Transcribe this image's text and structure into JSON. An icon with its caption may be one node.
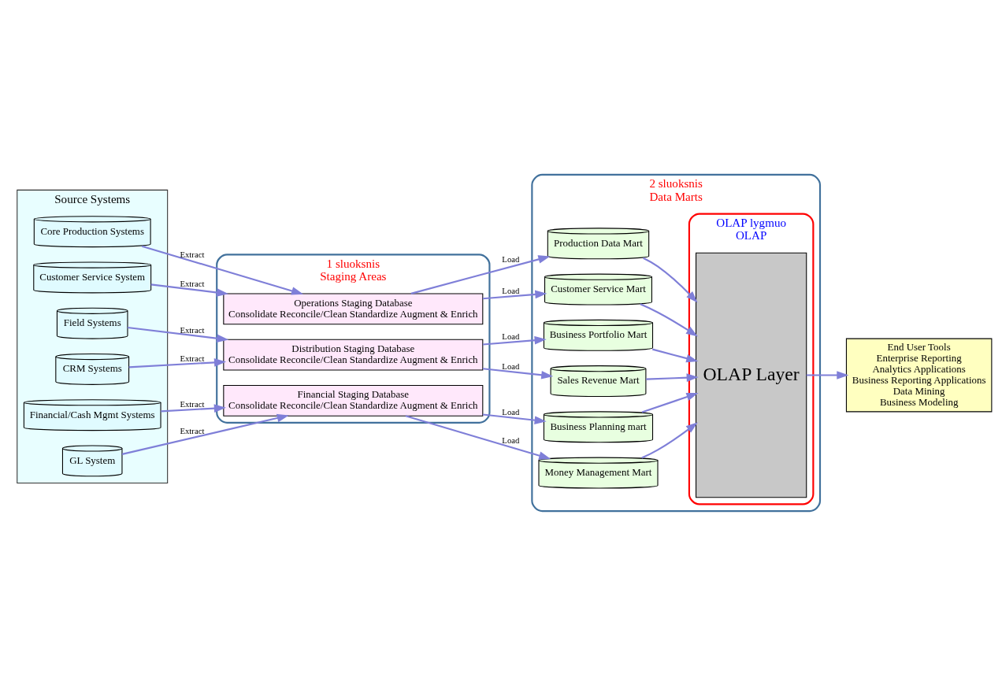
{
  "diagram": {
    "nodes": [
      {
        "text": [
          "Source Systems"
        ]
      },
      {
        "text": [
          "Core Production Systems"
        ],
        "in": 0
      },
      {
        "text": [
          "Customer Service System"
        ],
        "in": 0
      },
      {
        "text": [
          "Field Systems"
        ],
        "in": 0
      },
      {
        "text": [
          "CRM Systems"
        ],
        "in": 0
      },
      {
        "text": [
          "Financial/Cash Mgmt Systems"
        ],
        "in": 0
      },
      {
        "text": [
          "GL System"
        ],
        "in": 0
      },
      {
        "text": [
          "1 sluoksnis",
          "Staging Areas"
        ]
      },
      {
        "text": [
          "Operations Staging Database",
          "Consolidate Reconcile/Clean Standardize Augment & Enrich"
        ],
        "in": 7
      },
      {
        "text": [
          "Distribution Staging Database",
          "Consolidate Reconcile/Clean Standardize Augment & Enrich"
        ],
        "in": 7
      },
      {
        "text": [
          "Financial Staging Database",
          "Consolidate Reconcile/Clean Standardize Augment & Enrich"
        ],
        "in": 7
      },
      {
        "text": [
          "2 sluoksnis",
          "Data Marts"
        ]
      },
      {
        "text": [
          "Production Data Mart"
        ],
        "in": 11
      },
      {
        "text": [
          "Customer Service Mart"
        ],
        "in": 11
      },
      {
        "text": [
          "Business Portfolio Mart"
        ],
        "in": 11
      },
      {
        "text": [
          "Sales Revenue Mart"
        ],
        "in": 11
      },
      {
        "text": [
          "Business Planning mart"
        ],
        "in": 11
      },
      {
        "text": [
          "Money Management Mart"
        ],
        "in": 11
      },
      {
        "text": [
          "OLAP lygmuo",
          "OLAP"
        ],
        "in": 11
      },
      {
        "text": [
          "OLAP Layer"
        ],
        "in": 18
      },
      {
        "text": [
          "End User Tools",
          "Enterprise Reporting",
          "Analytics Applications",
          "Business Reporting Applications",
          "Data Mining",
          "Business Modeling"
        ]
      }
    ],
    "edges": [
      {
        "from": 1,
        "to": 8,
        "arrow": "to",
        "label": "Extract"
      },
      {
        "from": 2,
        "to": 8,
        "arrow": "to",
        "label": "Extract"
      },
      {
        "from": 3,
        "to": 9,
        "arrow": "to",
        "label": "Extract"
      },
      {
        "from": 4,
        "to": 9,
        "arrow": "to",
        "label": "Extract"
      },
      {
        "from": 5,
        "to": 10,
        "arrow": "to",
        "label": "Extract"
      },
      {
        "from": 6,
        "to": 10,
        "arrow": "to",
        "label": "Extract"
      },
      {
        "from": 8,
        "to": 12,
        "arrow": "to",
        "label": "Load"
      },
      {
        "from": 8,
        "to": 13,
        "arrow": "to",
        "label": "Load"
      },
      {
        "from": 9,
        "to": 14,
        "arrow": "to",
        "label": "Load"
      },
      {
        "from": 9,
        "to": 15,
        "arrow": "to",
        "label": "Load"
      },
      {
        "from": 10,
        "to": 16,
        "arrow": "to",
        "label": "Load"
      },
      {
        "from": 10,
        "to": 17,
        "arrow": "to",
        "label": "Load"
      },
      {
        "from": 12,
        "to": 19,
        "arrow": "to"
      },
      {
        "from": 13,
        "to": 19,
        "arrow": "to"
      },
      {
        "from": 14,
        "to": 19,
        "arrow": "to"
      },
      {
        "from": 15,
        "to": 19,
        "arrow": "to"
      },
      {
        "from": 16,
        "to": 19,
        "arrow": "to"
      },
      {
        "from": 17,
        "to": 19,
        "arrow": "to"
      },
      {
        "from": 19,
        "to": 20,
        "arrow": "to"
      }
    ]
  }
}
